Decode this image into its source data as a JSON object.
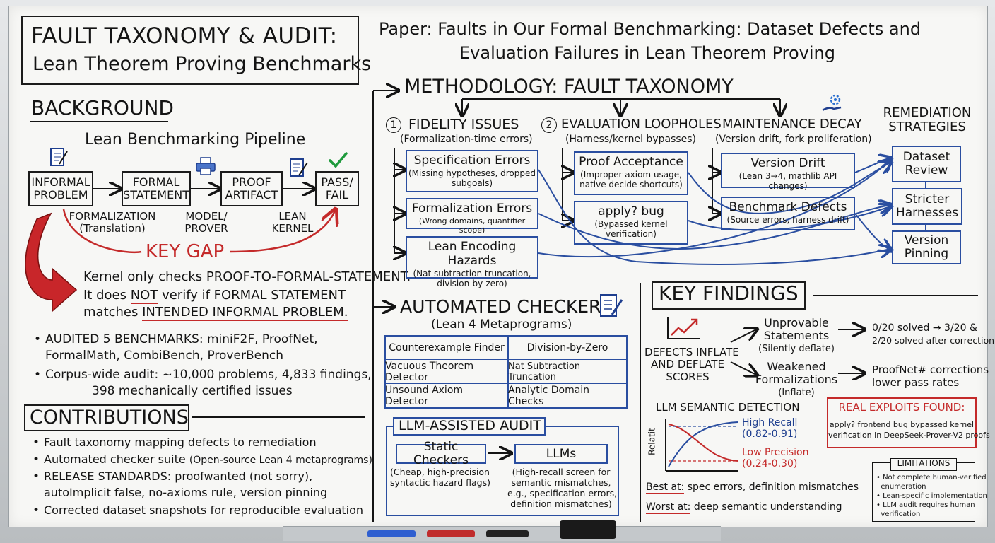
{
  "title": {
    "line1": "FAULT TAXONOMY & AUDIT:",
    "line2": "Lean Theorem Proving Benchmarks"
  },
  "paper": {
    "line1": "Paper: Faults in Our Formal Benchmarking: Dataset Defects and",
    "line2": "Evaluation Failures in Lean Theorem Proving"
  },
  "background": {
    "heading": "BACKGROUND",
    "pipeline_title": "Lean Benchmarking Pipeline",
    "nodes": [
      "INFORMAL\nPROBLEM",
      "FORMAL\nSTATEMENT",
      "PROOF\nARTIFACT",
      "PASS/\nFAIL"
    ],
    "labels": [
      "FORMALIZATION\n(Translation)",
      "MODEL/\nPROVER",
      "LEAN\nKERNEL"
    ],
    "key_gap": "KEY GAP",
    "gap_text1": "Kernel only checks PROOF-TO-FORMAL-STATEMENT.",
    "gap_text2a": "It does ",
    "gap_text2b": "NOT",
    "gap_text2c": " verify if FORMAL STATEMENT",
    "gap_text3a": "matches ",
    "gap_text3b": "INTENDED INFORMAL PROBLEM.",
    "bullet1a": "AUDITED 5 BENCHMARKS: miniF2F, ProofNet,",
    "bullet1b": "FormalMath, CombiBench, ProverBench",
    "bullet2a": "Corpus-wide audit: ~10,000 problems, 4,833 findings,",
    "bullet2b": "398 mechanically certified issues"
  },
  "contributions": {
    "heading": "CONTRIBUTIONS",
    "items": [
      "Fault taxonomy mapping defects to remediation",
      "Automated checker suite",
      "RELEASE STANDARDS: proofwanted (not sorry),",
      "Corrected dataset snapshots for reproducible evaluation"
    ],
    "item2_note": "(Open-source Lean 4 metaprograms)",
    "item3_cont": "autoImplicit false, no-axioms rule, version pinning"
  },
  "methodology": {
    "heading": "METHODOLOGY: FAULT TAXONOMY",
    "col1": {
      "num": "1",
      "title": "FIDELITY ISSUES",
      "sub": "(Formalization-time errors)"
    },
    "col2": {
      "num": "2",
      "title": "EVALUATION LOOPHOLES",
      "sub": "(Harness/kernel bypasses)"
    },
    "col3": {
      "title": "MAINTENANCE DECAY",
      "sub": "(Version drift, fork proliferation)"
    },
    "col4": {
      "title1": "REMEDIATION",
      "title2": "STRATEGIES"
    },
    "fidelity": [
      {
        "h": "Specification Errors",
        "s1": "(Missing hypotheses, dropped",
        "s2": "subgoals)"
      },
      {
        "h": "Formalization Errors",
        "s1": "(Wrong domains, quantifier scope)",
        "s2": ""
      },
      {
        "h": "Lean Encoding Hazards",
        "s1": "(Nat subtraction truncation,",
        "s2": "division-by-zero)"
      }
    ],
    "loopholes": [
      {
        "h": "Proof Acceptance",
        "s1": "(Improper axiom usage,",
        "s2": "native decide shortcuts)"
      },
      {
        "h": "apply? bug",
        "s1": "(Bypassed kernel",
        "s2": "verification)"
      }
    ],
    "maintenance": [
      {
        "h": "Version Drift",
        "s1": "(Lean 3→4, mathlib API changes)"
      },
      {
        "h": "Benchmark Defects",
        "s1": "(Source errors, harness drift)"
      }
    ],
    "remediation": [
      "Dataset\nReview",
      "Stricter\nHarnesses",
      "Version\nPinning"
    ]
  },
  "checkers": {
    "heading": "AUTOMATED CHECKERS",
    "sub": "(Lean 4 Metaprograms)",
    "table": [
      [
        "Counterexample Finder",
        "Division-by-Zero"
      ],
      [
        "Vacuous Theorem Detector",
        "Nat Subtraction Truncation"
      ],
      [
        "Unsound Axiom Detector",
        "Analytic Domain Checks"
      ]
    ]
  },
  "llm_audit": {
    "heading": "LLM-ASSISTED AUDIT",
    "static": "Static Checkers",
    "llms": "LLMs",
    "static_note1": "(Cheap, high-precision",
    "static_note2": "syntactic hazard flags)",
    "llm_note1": "(High-recall screen for",
    "llm_note2": "semantic mismatches,",
    "llm_note3": "e.g., specification errors,",
    "llm_note4": "definition mismatches)"
  },
  "findings": {
    "heading": "KEY FINDINGS",
    "defects1": "DEFECTS INFLATE",
    "defects2": "AND DEFLATE",
    "defects3": "SCORES",
    "unprov1": "Unprovable",
    "unprov2": "Statements",
    "unprov3": "(Silently deflate)",
    "weak1": "Weakened",
    "weak2": "Formalizations",
    "weak3": "(Inflate)",
    "res1a": "0/20 solved → 3/20 &",
    "res1b": "2/20 solved after correction",
    "res2a": "ProofNet# corrections",
    "res2b": "lower pass rates",
    "llm_det": "LLM SEMANTIC DETECTION",
    "yaxis": "Relatit",
    "high_recall": "High Recall",
    "high_range": "(0.82-0.91)",
    "low_prec": "Low Precision",
    "low_range": "(0.24-0.30)",
    "best_label": "Best at:",
    "best_text": " spec errors, definition mismatches",
    "worst_label": "Worst at:",
    "worst_text": " deep semantic understanding",
    "exploit_title": "REAL EXPLOITS FOUND:",
    "exploit1": "apply? frontend bug bypassed kernel",
    "exploit2": "verification in DeepSeek-Prover-V2 proofs",
    "limits_title": "LIMITATIONS",
    "limits": [
      "Not complete human-verified",
      "enumeration",
      "Lean-specific implementation",
      "LLM audit requires human",
      "verification"
    ]
  },
  "colors": {
    "ink": "#141414",
    "blue": "#2a4ea0",
    "red": "#c42a2a",
    "board": "#f7f7f5"
  },
  "icons": [
    "notepad-icon",
    "printer-icon",
    "clipboard-icon",
    "checkmark-icon",
    "gear-hand-icon",
    "checklist-icon",
    "trend-chart-icon"
  ]
}
